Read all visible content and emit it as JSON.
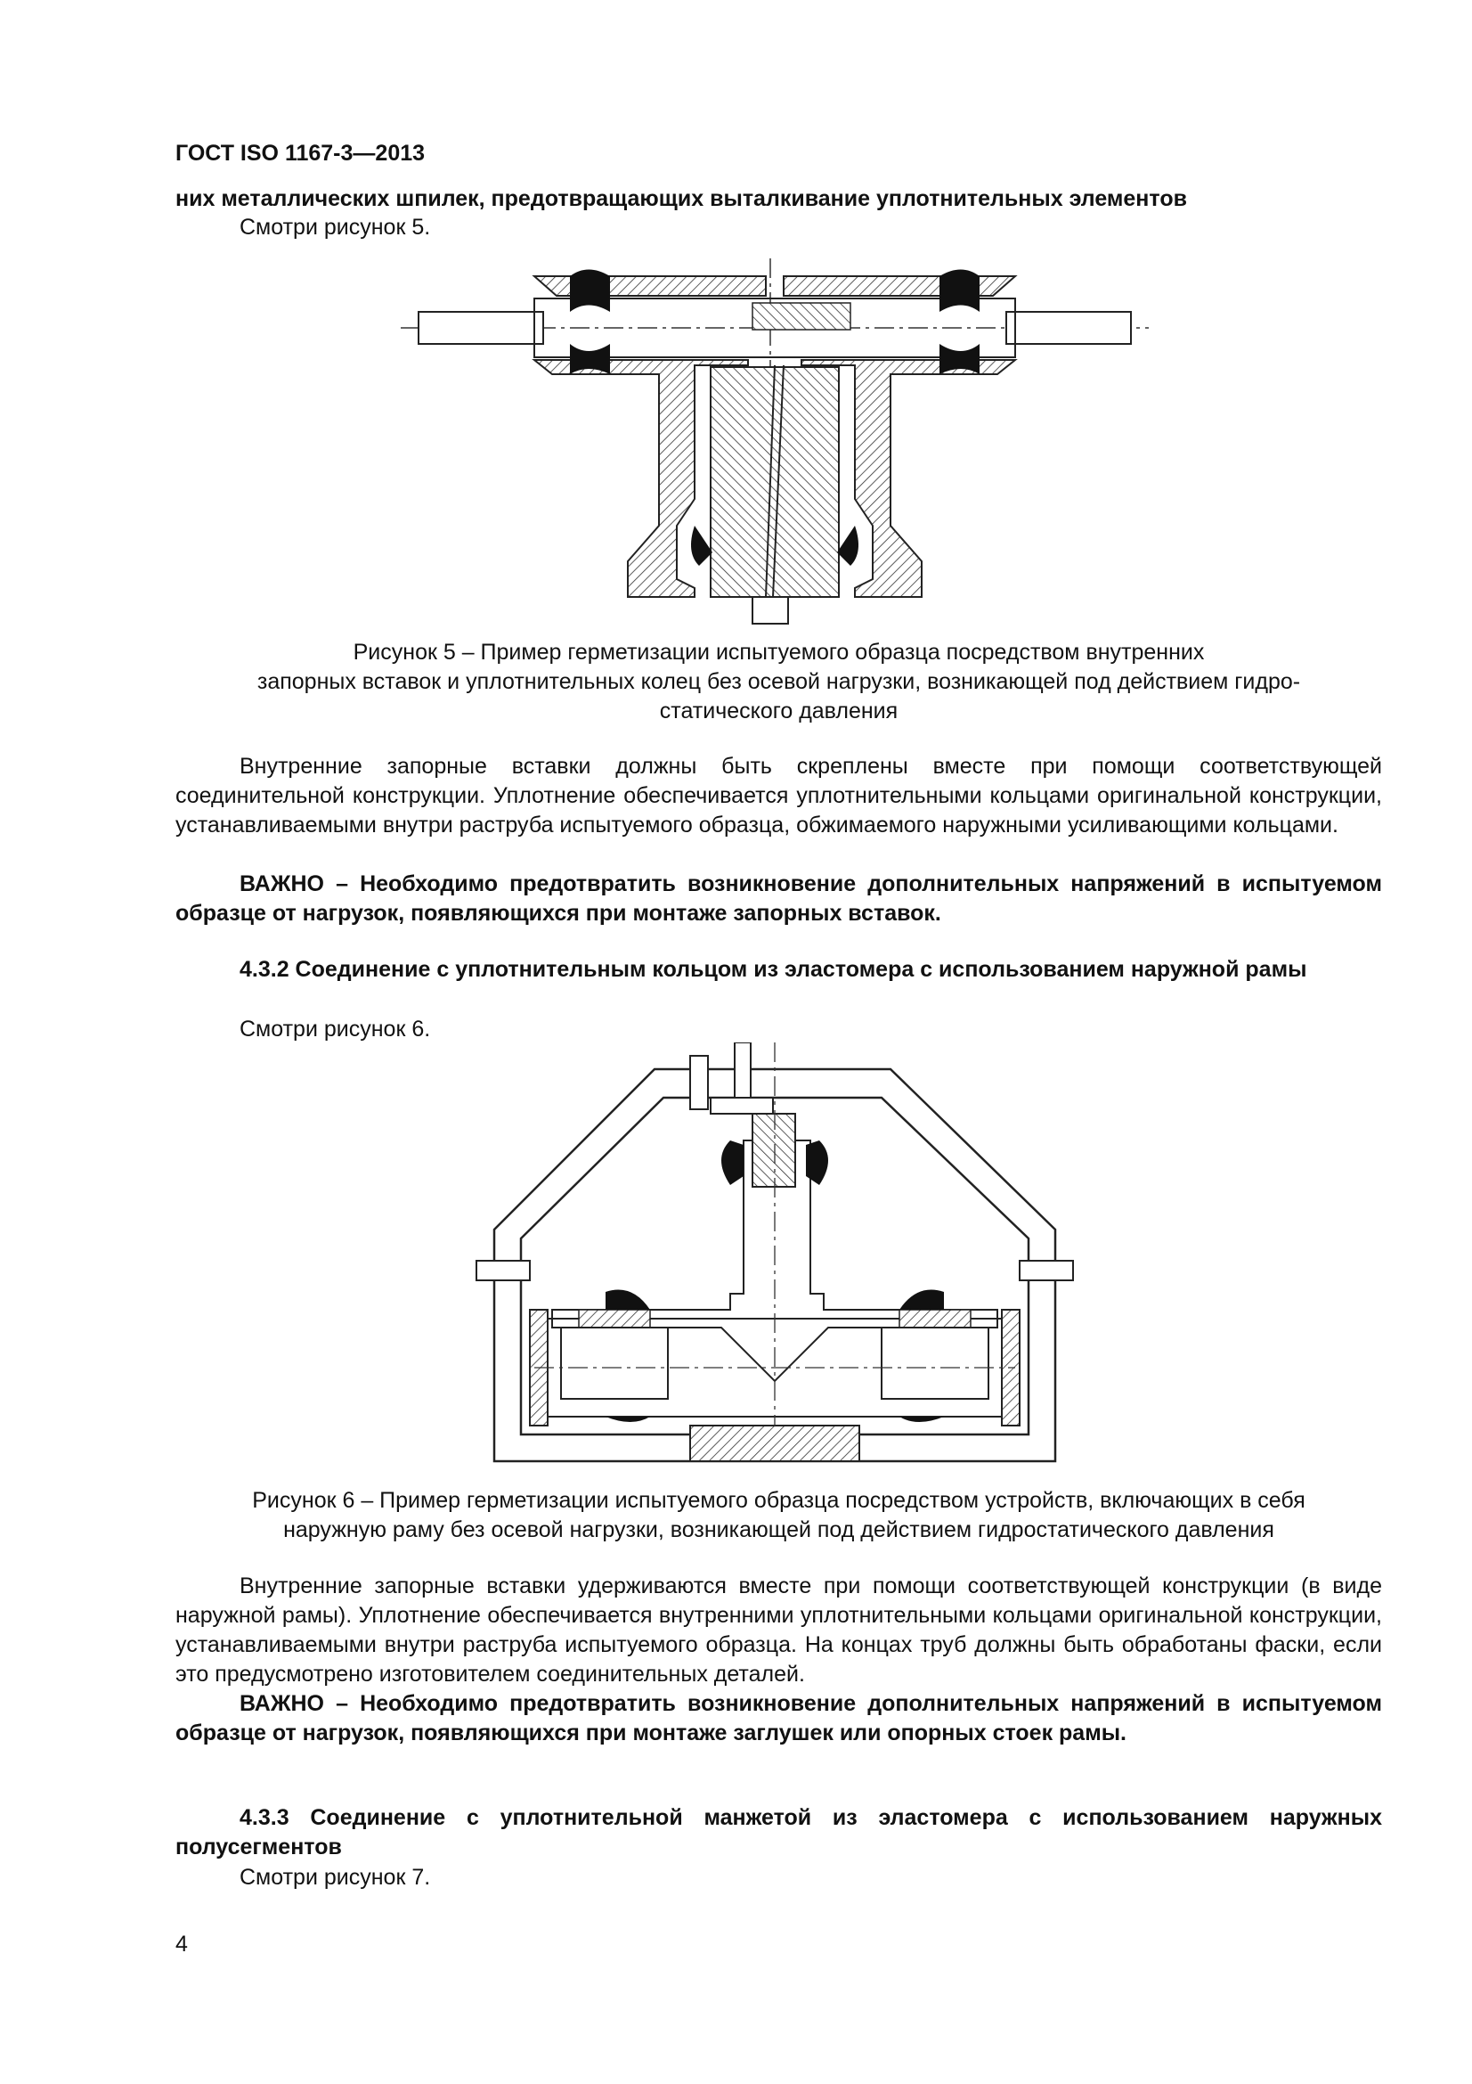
{
  "header": {
    "doc_id": "ГОСТ ISO 1167-3—2013"
  },
  "top": {
    "continued_heading": "них металлических шпилек, предотвращающих выталкивание уплотнительных элементов",
    "see_fig5": "Смотри рисунок 5."
  },
  "figure5": {
    "caption_line1": "Рисунок 5 – Пример герметизации испытуемого образца посредством внутренних",
    "caption_line2": "запорных вставок и уплотнительных колец без осевой нагрузки, возникающей под действием гидро-",
    "caption_line3": "статического давления"
  },
  "para1": {
    "text": "Внутренние запорные вставки должны быть скреплены вместе при помощи соответствующей соединительной конструкции. Уплотнение обеспечивается уплотнительными кольцами оригинальной конструкции, устанавливаемыми внутри раструба испытуемого образца, обжимаемого наружными усиливающими кольцами."
  },
  "important1": {
    "text": "ВАЖНО – Необходимо предотвратить возникновение дополнительных напряжений в испытуемом образце от нагрузок, появляющихся при монтаже запорных вставок."
  },
  "section432": {
    "heading": "4.3.2 Соединение с уплотнительным кольцом из эластомера с использованием наружной рамы",
    "see_fig6": "Смотри рисунок 6."
  },
  "figure6": {
    "caption_line1": "Рисунок 6 – Пример герметизации испытуемого образца посредством устройств, включающих в себя",
    "caption_line2": "наружную раму без осевой нагрузки, возникающей под действием гидростатического давления"
  },
  "para2": {
    "text": "Внутренние запорные вставки удерживаются вместе при помощи соответствующей конструкции (в виде наружной рамы). Уплотнение обеспечивается внутренними уплотнительными кольцами оригинальной конструкции, устанавливаемыми внутри раструба испытуемого образца. На концах труб должны быть обработаны фаски, если это предусмотрено изготовителем соединительных деталей."
  },
  "important2": {
    "text": "ВАЖНО – Необходимо предотвратить возникновение дополнительных напряжений в испытуемом образце от нагрузок, появляющихся при монтаже заглушек или опорных стоек рамы."
  },
  "section433": {
    "heading": "4.3.3 Соединение с уплотнительной манжетой из эластомера с использованием наружных полусегментов",
    "see_fig7": "Смотри рисунок 7."
  },
  "footer": {
    "page_number": "4"
  }
}
